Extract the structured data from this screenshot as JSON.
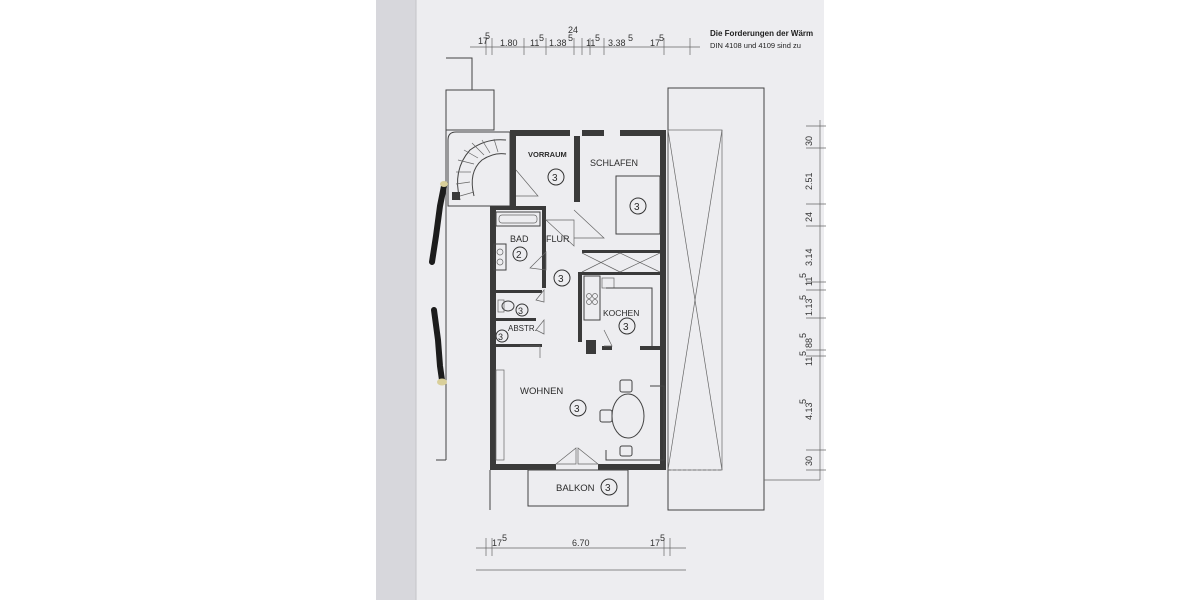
{
  "header": {
    "line1": "Die Forderungen der Wärm",
    "line2": "DIN 4108 und 4109 sind zu"
  },
  "rooms": [
    {
      "id": "vorraum",
      "label": "VORRAUM",
      "number": "3"
    },
    {
      "id": "schlafen",
      "label": "SCHLAFEN",
      "number": "3"
    },
    {
      "id": "bad",
      "label": "BAD",
      "number": "2"
    },
    {
      "id": "flur",
      "label": "FLUR",
      "number": "3"
    },
    {
      "id": "kochen",
      "label": "KOCHEN",
      "number": "3"
    },
    {
      "id": "abstr",
      "label": "ABSTR.",
      "number": "3"
    },
    {
      "id": "wc",
      "label": "",
      "number": "3"
    },
    {
      "id": "wohnen",
      "label": "WOHNEN",
      "number": "3"
    },
    {
      "id": "balkon",
      "label": "BALKON",
      "number": "3"
    }
  ],
  "dims_top": {
    "d1": "17",
    "d1s": "5",
    "d2": "1.80",
    "d3": "11",
    "d3s": "5",
    "d4": "1.38",
    "d4s": "5",
    "d5": "24",
    "d6": "11",
    "d6s": "5",
    "d7": "3.38",
    "d7s": "5",
    "d8": "17",
    "d8s": "5"
  },
  "dims_bottom": {
    "d1": "17",
    "d1s": "5",
    "d2": "6.70",
    "d3": "17",
    "d3s": "5"
  },
  "dims_right": {
    "r1": "30",
    "r2": "2.51",
    "r3": "24",
    "r4": "3.14",
    "r5": "11",
    "r5s": "5",
    "r6": "1.13",
    "r6s": "5",
    "r7": "88",
    "r7s": "5",
    "r8": "11",
    "r8s": "5",
    "r9": "4.13",
    "r9s": "5",
    "r10": "30"
  }
}
